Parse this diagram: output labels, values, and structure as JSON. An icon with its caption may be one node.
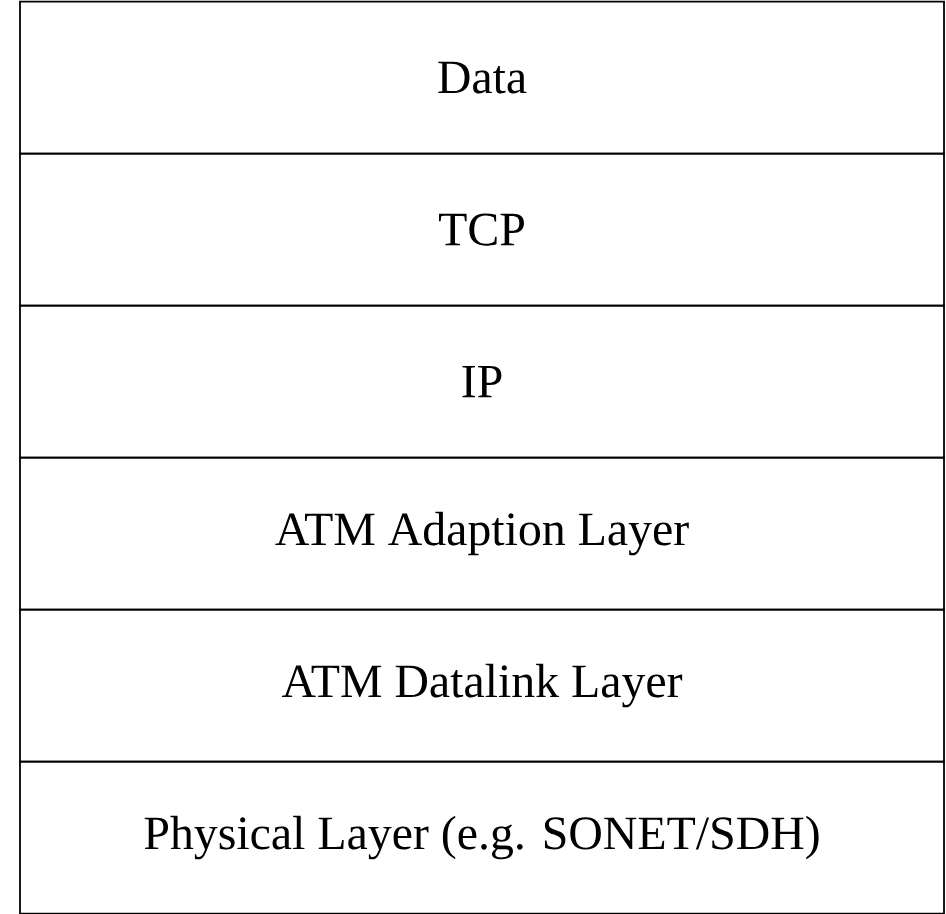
{
  "diagram": {
    "nodes": [
      {
        "text": [
          "Data"
        ]
      },
      {
        "text": [
          "TCP"
        ]
      },
      {
        "text": [
          "IP"
        ]
      },
      {
        "text": [
          "ATM Adaption Layer"
        ]
      },
      {
        "text": [
          "ATM Datalink Layer"
        ]
      },
      {
        "text": [
          "Physical Layer (e.g. SONET/SDH)"
        ]
      }
    ]
  }
}
